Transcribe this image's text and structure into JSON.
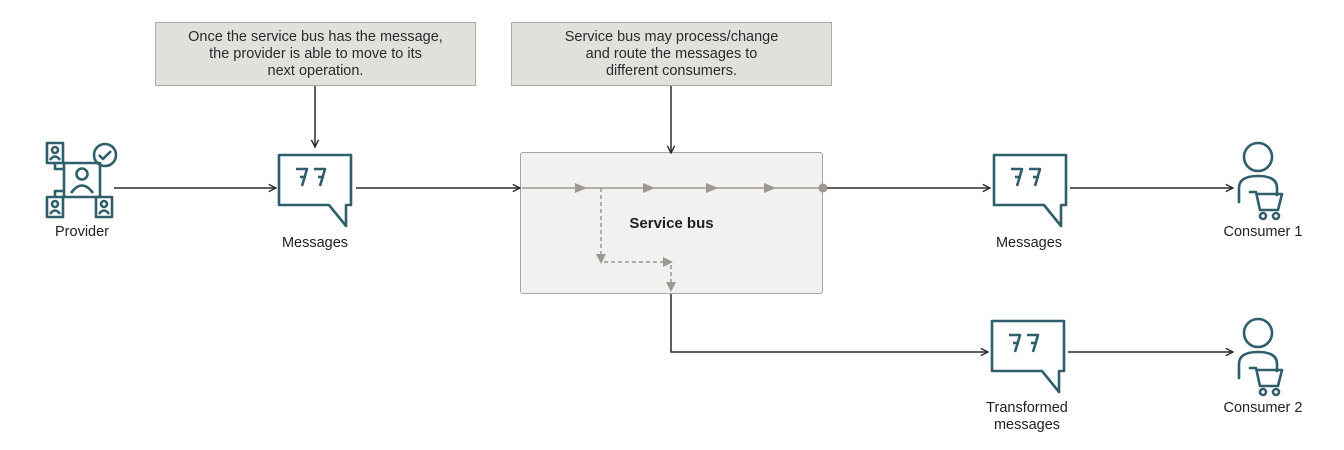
{
  "callouts": {
    "provider_note": [
      "Once the service bus has the message,",
      "the provider is able to move to its",
      "next operation."
    ],
    "bus_note": [
      "Service bus may process/change",
      "and route the messages to",
      "different consumers."
    ]
  },
  "nodes": {
    "provider": "Provider",
    "messages_in": "Messages",
    "service_bus": "Service bus",
    "messages_out": "Messages",
    "consumer1": "Consumer 1",
    "transformed": [
      "Transformed",
      "messages"
    ],
    "consumer2": "Consumer 2"
  },
  "colors": {
    "icon": "#2f5f6b",
    "arrow": "#2a2a2a",
    "inner_arrow": "#9b9893",
    "callout_bg": "#e2e0dc",
    "bus_bg": "#f2f1ef"
  },
  "icons": {
    "provider": "provider-with-checkmark-icon",
    "message": "quote-message-icon",
    "consumer": "user-with-cart-icon"
  }
}
